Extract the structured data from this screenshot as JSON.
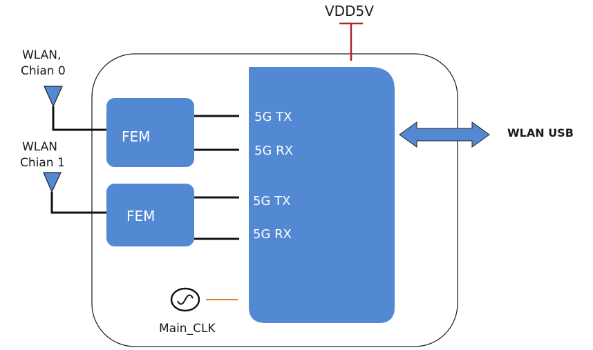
{
  "diagram": {
    "power": {
      "label": "VDD5V",
      "color": "#b0222a"
    },
    "antennas": [
      {
        "label_line1": "WLAN,",
        "label_line2": "Chian 0"
      },
      {
        "label_line1": "WLAN",
        "label_line2": "Chian 1"
      }
    ],
    "fem_blocks": [
      {
        "label": "FEM"
      },
      {
        "label": "FEM"
      }
    ],
    "main_chip": {
      "ports": [
        "5G TX",
        "5G RX",
        "5G TX",
        "5G RX"
      ]
    },
    "interface": {
      "label": "WLAN USB"
    },
    "clock": {
      "label": "Main_CLK",
      "line_color": "#d97b2a"
    },
    "colors": {
      "block": "#5289d2",
      "outline": "#222222"
    }
  }
}
